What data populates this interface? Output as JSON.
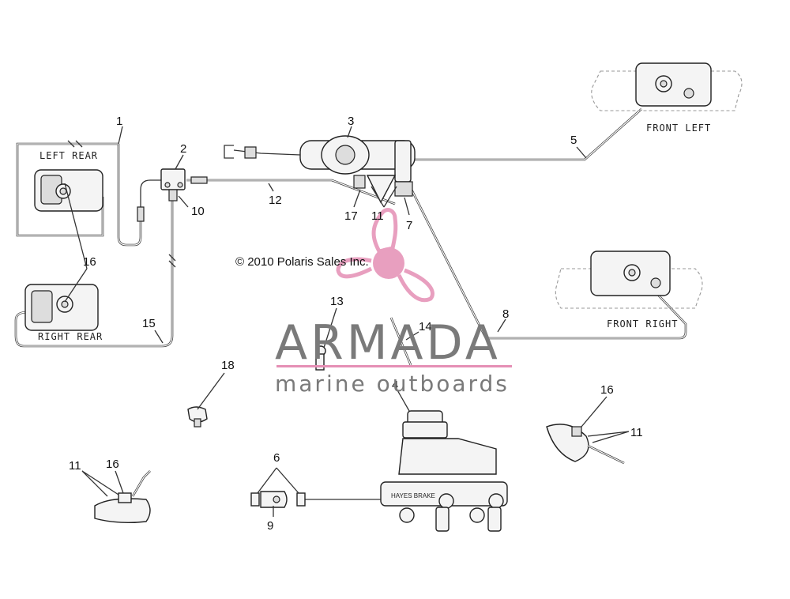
{
  "diagram": {
    "copyright": "© 2010 Polaris Sales Inc.",
    "labels": {
      "left_rear": "LEFT REAR",
      "right_rear": "RIGHT REAR",
      "front_left": "FRONT LEFT",
      "front_right": "FRONT RIGHT"
    },
    "callouts": {
      "c1": "1",
      "c2": "2",
      "c3": "3",
      "c4": "4",
      "c5": "5",
      "c6": "6",
      "c7": "7",
      "c8": "8",
      "c9": "9",
      "c10": "10",
      "c11a": "11",
      "c11b": "11",
      "c11c": "11",
      "c12": "12",
      "c13": "13",
      "c14": "14",
      "c15": "15",
      "c16a": "16",
      "c16b": "16",
      "c16c": "16",
      "c17": "17",
      "c18": "18"
    }
  },
  "watermark": {
    "brand": "ARMADA",
    "tagline": "marine outboards",
    "logo_color": "#e58fb5"
  }
}
